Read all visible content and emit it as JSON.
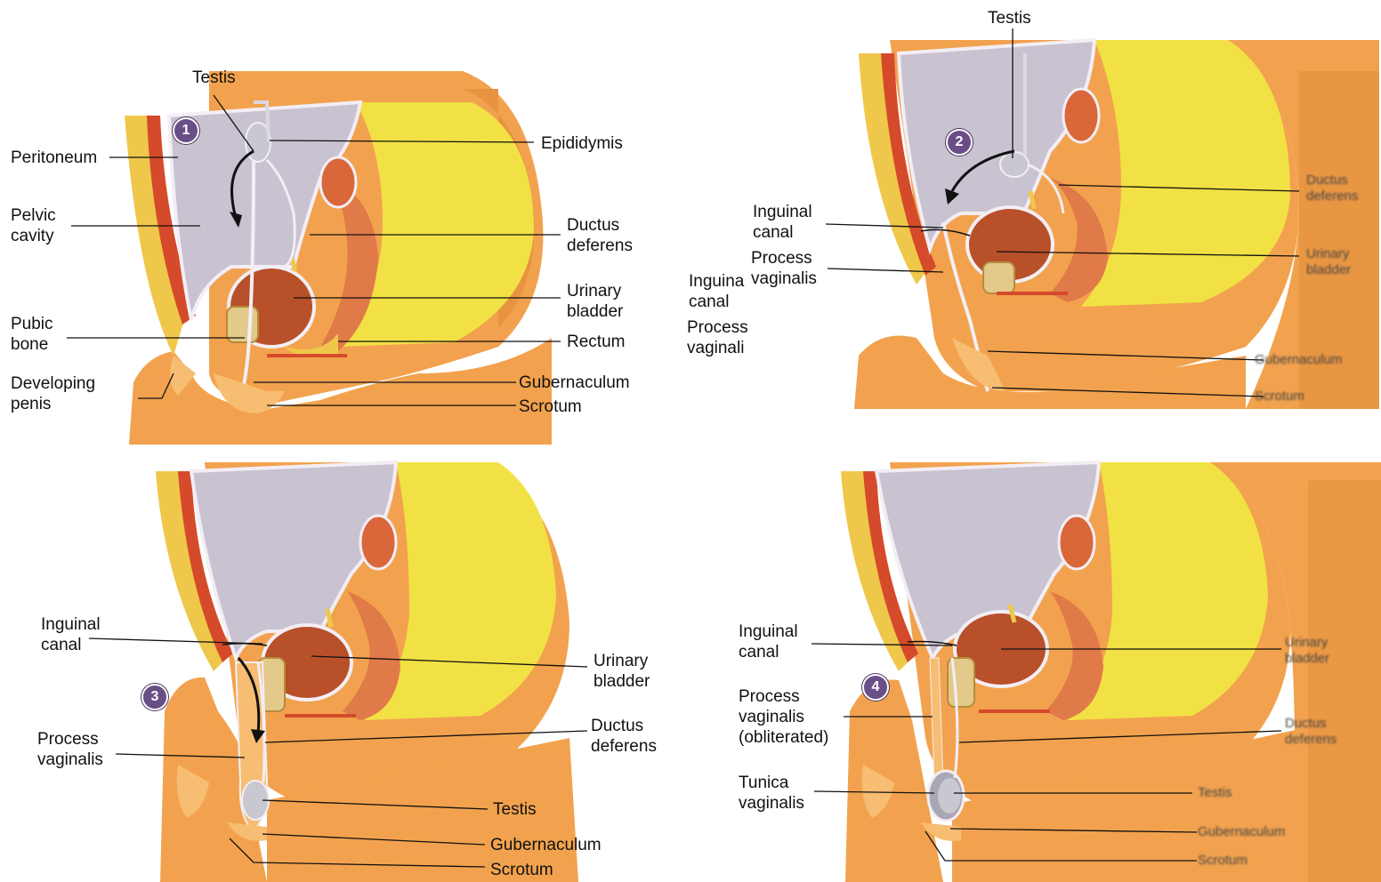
{
  "panels": [
    {
      "step": "1",
      "labels": {
        "testis": "Testis",
        "epididymis": "Epididymis",
        "peritoneum": "Peritoneum",
        "pelvic_cavity": "Pelvic\ncavity",
        "ductus_deferens": "Ductus\ndeferens",
        "urinary_bladder": "Urinary\nbladder",
        "pubic_bone": "Pubic\nbone",
        "rectum": "Rectum",
        "developing_penis": "Developing\npenis",
        "gubernaculum": "Gubernaculum",
        "scrotum": "Scrotum"
      }
    },
    {
      "step": "2",
      "labels": {
        "testis": "Testis",
        "inguinal_canal": "Inguinal\ncanal",
        "process_vaginalis": "Process\nvaginalis",
        "ductus_deferens": "Ductus\ndeferens",
        "urinary_bladder": "Urinary\nbladder",
        "gubernaculum": "Gubernaculum",
        "scrotum": "Scrotum",
        "inguinal_canal_left": "Inguina\ncanal",
        "process_vaginalis_left": "Process\nvaginali"
      }
    },
    {
      "step": "3",
      "labels": {
        "inguinal_canal": "Inguinal\ncanal",
        "urinary_bladder": "Urinary\nbladder",
        "ductus_deferens": "Ductus\ndeferens",
        "process_vaginalis": "Process\nvaginalis",
        "testis": "Testis",
        "gubernaculum": "Gubernaculum",
        "scrotum": "Scrotum"
      }
    },
    {
      "step": "4",
      "labels": {
        "inguinal_canal": "Inguinal\ncanal",
        "process_vaginalis": "Process\nvaginalis\n(obliterated)",
        "tunica_vaginalis": "Tunica\nvaginalis",
        "urinary_bladder": "Urinary\nbladder",
        "ductus_deferens": "Ductus\ndeferens",
        "testis": "Testis",
        "gubernaculum": "Gubernaculum",
        "scrotum": "Scrotum"
      }
    }
  ],
  "colors": {
    "skin": "#f2a24e",
    "skin_light": "#f7bd72",
    "skin_shadow": "#d9802e",
    "peritoneum_cavity": "#c9c2d0",
    "peritoneum_line": "#f3eef5",
    "bladder": "#b8502a",
    "rectum_yellow": "#f2e145",
    "fat_yellow": "#efc74a",
    "muscle_red": "#d54a2a",
    "testis_gray": "#c9c7cf",
    "step_badge": "#6a4f86"
  },
  "icons": {
    "arrow": "curved-descent-arrow"
  }
}
